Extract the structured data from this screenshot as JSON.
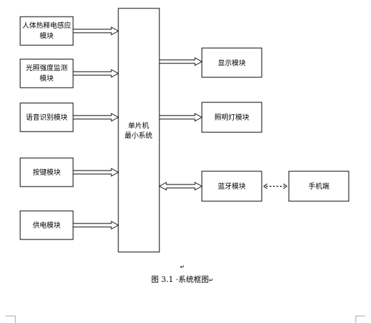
{
  "modules": {
    "pir_line1": "人体热释电感应",
    "pir_line2": "模块",
    "light_line1": "光照强度监测",
    "light_line2": "模块",
    "voice": "语音识别模块",
    "keys": "按键模块",
    "power": "供电模块",
    "mcu_line1": "单片机",
    "mcu_line2": "最小系统",
    "display": "显示模块",
    "lighting": "照明灯模块",
    "bluetooth": "蓝牙模块",
    "phone": "手机端"
  },
  "caption": {
    "paragraph_mark": "↵",
    "text": "图 3.1 ·系统框图",
    "trailing_mark": "↵"
  }
}
